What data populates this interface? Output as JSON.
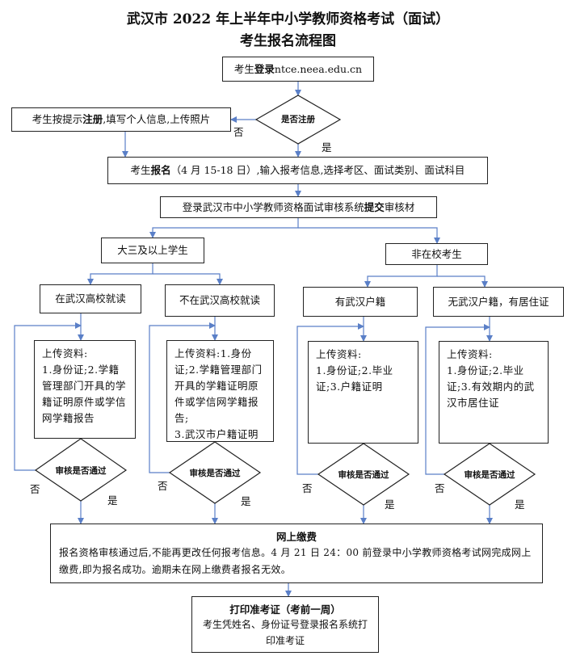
{
  "title_line1": "武汉市 2022 年上半年中小学教师资格考试（面试）",
  "title_line2": "考生报名流程图",
  "login": {
    "pre": "考生",
    "bold": "登录",
    "post": " ntce.neea.edu.cn"
  },
  "register": {
    "pre": "考生按提示",
    "bold": "注册",
    "post": ",填写个人信息,上传照片"
  },
  "decision_register": "是否注册",
  "no": "否",
  "yes": "是",
  "signup": {
    "pre": "考生",
    "bold": "报名",
    "post": "（4 月 15-18 日）,输入报考信息,选择考区、面试类别、面试科目"
  },
  "submit": {
    "pre": "登录武汉市中小学教师资格面试审核系统",
    "bold": "提交",
    "post": "审核材"
  },
  "group_students": "大三及以上学生",
  "group_nonstudents": "非在校考生",
  "branches": [
    {
      "label": "在武汉高校就读",
      "upload": "上传资料:\n1.身份证;2.学籍管理部门开具的学籍证明原件或学信网学籍报告"
    },
    {
      "label": "不在武汉高校就读",
      "upload": "上传资料:1.身份证;2.学籍管理部门开具的学籍证明原件或学信网学籍报告;\n3.武汉市户籍证明"
    },
    {
      "label": "有武汉户籍",
      "upload": "上传资料:\n1.身份证;2.毕业证;3.户籍证明"
    },
    {
      "label": "无武汉户籍，有居住证",
      "upload": "上传资料:\n1.身份证;2.毕业证;3.有效期内的武汉市居住证"
    }
  ],
  "decision_review": "审核是否通过",
  "payment": {
    "title": "网上缴费",
    "text": "报名资格审核通过后,不能再更改任何报考信息。4 月 21 日 24：00 前登录中小学教师资格考试网完成网上缴费,即为报名成功。逾期未在网上缴费者报名无效。"
  },
  "print": {
    "title": "打印准考证（考前一周）",
    "text": "考生凭姓名、身份证号登录报名系统打印准考证"
  },
  "colors": {
    "arrow": "#5a7fc7",
    "border": "#222222"
  }
}
